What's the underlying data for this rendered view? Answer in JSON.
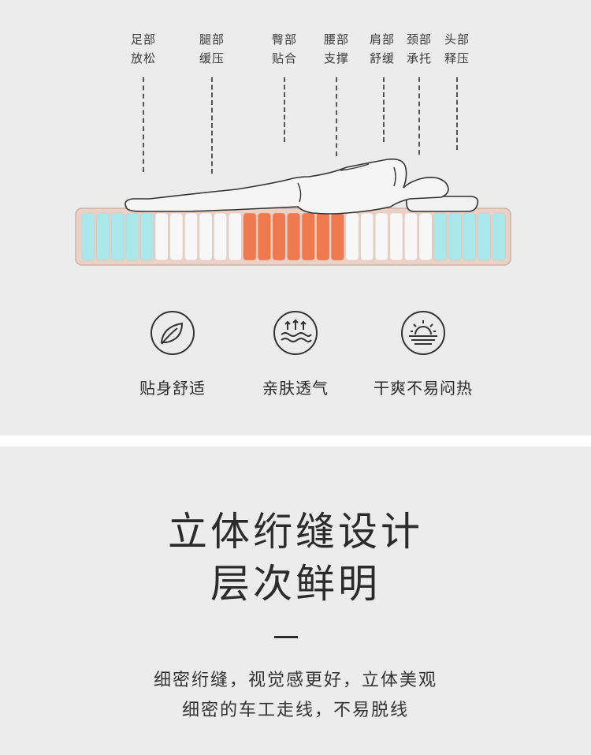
{
  "zones": [
    {
      "line1": "足部",
      "line2": "放松"
    },
    {
      "line1": "腿部",
      "line2": "缓压"
    },
    {
      "line1": "臀部",
      "line2": "贴合"
    },
    {
      "line1": "腰部",
      "line2": "支撑"
    },
    {
      "line1": "肩部",
      "line2": "舒缓"
    },
    {
      "line1": "颈部",
      "line2": "承托"
    },
    {
      "line1": "头部",
      "line2": "释压"
    }
  ],
  "colors": {
    "cyan_spring": "#a9e7ea",
    "white_spring": "#f7f7f7",
    "orange_spring": "#ef7a50",
    "mattress_frame": "#ecd2c6",
    "panel_bg": "#ececec"
  },
  "features": [
    {
      "label": "贴身舒适",
      "icon": "leaf-icon"
    },
    {
      "label": "亲肤透气",
      "icon": "breathable-waves-icon"
    },
    {
      "label": "干爽不易闷热",
      "icon": "sunrise-icon"
    }
  ],
  "headline": {
    "line1": "立体绗缝设计",
    "line2": "层次鲜明"
  },
  "description": {
    "line1": "细密绗缝，视觉感更好，立体美观",
    "line2": "细密的车工走线，不易脱线"
  }
}
